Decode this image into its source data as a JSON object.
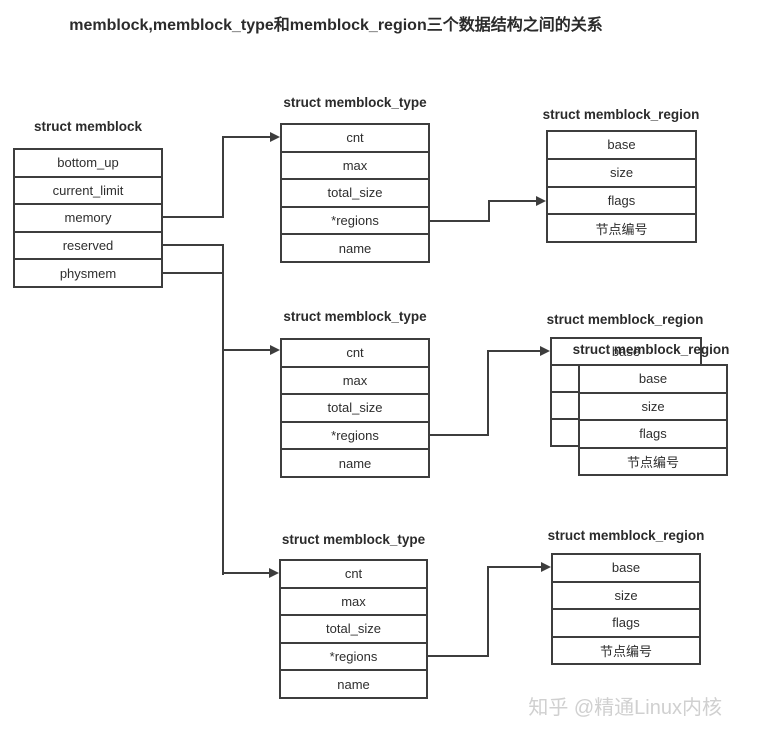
{
  "title": "memblock,memblock_type和memblock_region三个数据结构之间的关系",
  "watermark": "知乎 @精通Linux内核",
  "colors": {
    "line": "#3d3d3d",
    "text": "#2e2e2e",
    "watermark": "#d0d0d0",
    "background": "#ffffff"
  },
  "structs": {
    "memblock": {
      "title": "struct memblock",
      "fields": [
        "bottom_up",
        "current_limit",
        "memory",
        "reserved",
        "physmem"
      ]
    },
    "type_top": {
      "title": "struct memblock_type",
      "fields": [
        "cnt",
        "max",
        "total_size",
        "*regions",
        "name"
      ]
    },
    "type_middle": {
      "title": "struct memblock_type",
      "fields": [
        "cnt",
        "max",
        "total_size",
        "*regions",
        "name"
      ]
    },
    "type_bottom": {
      "title": "struct memblock_type",
      "fields": [
        "cnt",
        "max",
        "total_size",
        "*regions",
        "name"
      ]
    },
    "region_top": {
      "title": "struct memblock_region",
      "fields": [
        "base",
        "size",
        "flags",
        "节点编号"
      ]
    },
    "region_middle_back": {
      "title": "struct memblock_region",
      "fields": [
        "base",
        "size",
        "flags",
        "节点编号"
      ]
    },
    "region_middle_front": {
      "title": "struct memblock_region",
      "fields": [
        "base",
        "size",
        "flags",
        "节点编号"
      ]
    },
    "region_bottom": {
      "title": "struct memblock_region",
      "fields": [
        "base",
        "size",
        "flags",
        "节点编号"
      ]
    }
  },
  "connections": [
    "memblock.memory -> type_top.cnt",
    "memblock.reserved -> type_middle.cnt",
    "memblock.physmem -> type_bottom.cnt",
    "type_top.*regions -> region_top",
    "type_middle.*regions -> region_middle_back",
    "type_bottom.*regions -> region_bottom"
  ]
}
